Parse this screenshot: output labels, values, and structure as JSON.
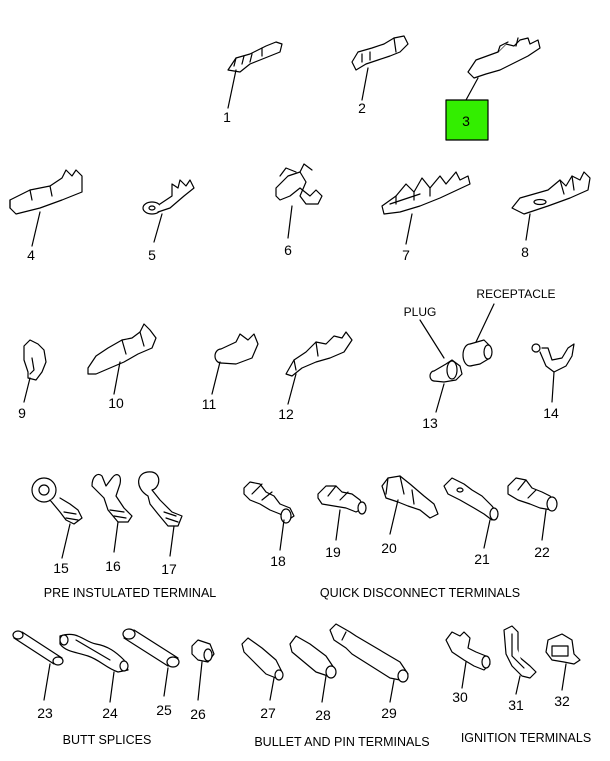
{
  "highlight_color": "#33ee00",
  "callouts": {
    "c1": "1",
    "c2": "2",
    "c3": "3",
    "c4": "4",
    "c5": "5",
    "c6": "6",
    "c7": "7",
    "c8": "8",
    "c9": "9",
    "c10": "10",
    "c11": "11",
    "c12": "12",
    "c13": "13",
    "c14": "14",
    "c15": "15",
    "c16": "16",
    "c17": "17",
    "c18": "18",
    "c19": "19",
    "c20": "20",
    "c21": "21",
    "c22": "22",
    "c23": "23",
    "c24": "24",
    "c25": "25",
    "c26": "26",
    "c27": "27",
    "c28": "28",
    "c29": "29",
    "c30": "30",
    "c31": "31",
    "c32": "32"
  },
  "labels": {
    "plug": "PLUG",
    "receptacle": "RECEPTACLE"
  },
  "captions": {
    "pre_insulated": "PRE INSTULATED TERMINAL",
    "quick_disconnect": "QUICK DISCONNECT TERMINALS",
    "butt_splices": "BUTT SPLICES",
    "bullet_pin": "BULLET AND PIN TERMINALS",
    "ignition": "IGNITION TERMINALS"
  }
}
